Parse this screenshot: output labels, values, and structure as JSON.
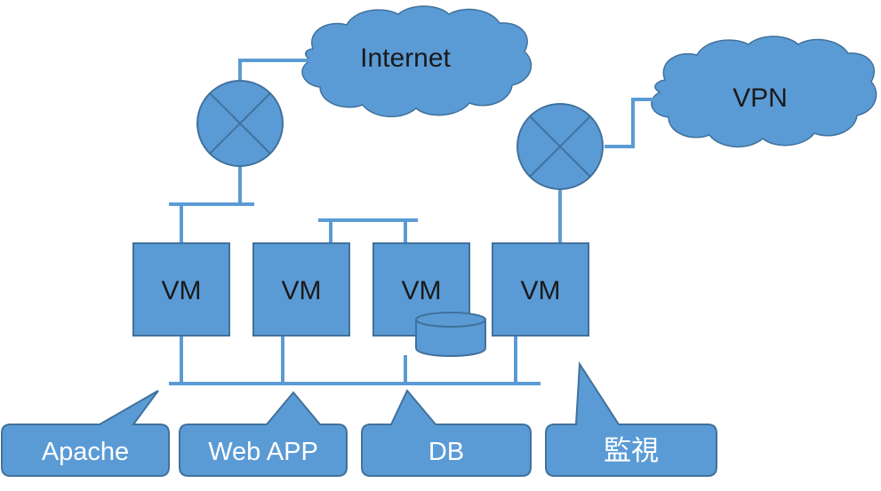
{
  "clouds": {
    "internet": "Internet",
    "vpn": "VPN"
  },
  "vms": [
    "VM",
    "VM",
    "VM",
    "VM"
  ],
  "callouts": {
    "apache": "Apache",
    "webapp": "Web APP",
    "db": "DB",
    "monitor": "監視"
  },
  "colors": {
    "fill": "#5b9bd5",
    "stroke": "#41719c",
    "text_dark": "#1a1a1a",
    "text_light": "#ffffff"
  },
  "icons": [
    "router-icon",
    "router-icon",
    "database-icon"
  ]
}
